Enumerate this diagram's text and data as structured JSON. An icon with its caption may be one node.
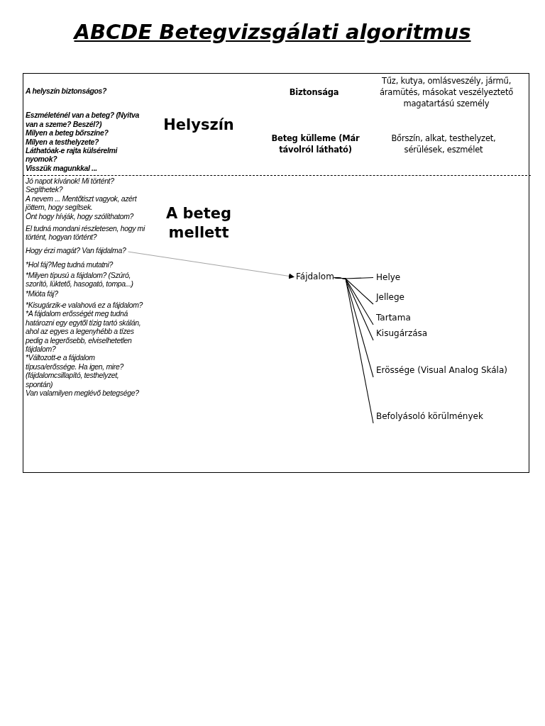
{
  "diagram": {
    "title": "ABCDE Betegvizsgálati algoritmus",
    "nodes": [
      {
        "text": [
          "Hogy érzi magát? Van fájdalma?"
        ]
      },
      {
        "text": [
          "Fájdalom"
        ]
      },
      {
        "text": [
          "Helye"
        ]
      },
      {
        "text": [
          "Jellege"
        ]
      },
      {
        "text": [
          "Tartama"
        ]
      },
      {
        "text": [
          "Kisugárzása"
        ]
      },
      {
        "text": [
          "Erössége (Visual Analog Skála)"
        ]
      },
      {
        "text": [
          "Befolyásoló körülmények"
        ]
      }
    ],
    "edges": [
      {
        "from": 0,
        "to": 1,
        "arrow": "to",
        "color": "#8c8c8c"
      },
      {
        "from": 1,
        "to": 2,
        "arrow": "none"
      },
      {
        "from": 1,
        "to": 3,
        "arrow": "none"
      },
      {
        "from": 1,
        "to": 4,
        "arrow": "none"
      },
      {
        "from": 1,
        "to": 5,
        "arrow": "none"
      },
      {
        "from": 1,
        "to": 6,
        "arrow": "none"
      },
      {
        "from": 1,
        "to": 7,
        "arrow": "none"
      }
    ],
    "labels": [
      "A helyszín biztonságos?",
      "Eszméleténél van a beteg? (Nyitva van a szeme? Beszél?)",
      "Milyen a beteg bőrszíne?",
      "Milyen a testhelyzete?",
      "Láthatóak-e rajta külsérelmi nyomok?",
      "Visszük magunkkal ...",
      "Helyszín",
      "Biztonsága",
      "Tűz, kutya, omlásveszély, jármű, áramütés, másokat veszélyeztető magatartású személy",
      "Beteg külleme (Már távolról látható)",
      "Bőrszín, alkat, testhelyzet, sérülések, eszmélet",
      "Jó napot kívánok! Mi történt? Segíthetek?",
      "A beteg mellett",
      "A nevem ... Mentőtiszt vagyok, azért jöttem, hogy segítsek.",
      "Önt hogy hívják, hogy szólíthatom?",
      "El tudná mondani részletesen, hogy mi történt, hogyan történt?",
      "*Hol fáj?Meg tudná mutatni?",
      "*Milyen típusú a fájdalom? (Szúró, szorító, lüktető, hasogató, tompa...)",
      "*Mióta fáj?",
      "*Kisugárzik-e valahová ez a fájdalom?",
      "*A fájdalom erősségét meg tudná határozni egy egytől tízig tartó skálán, ahol az egyes a legenyhébb a tízes pedig a legerősebb, elviselhetetlen fájdalom?",
      "*Változott-e a fájdalom típusa/erőssége. Ha igen, mire? (fájdalomcsillapító, testhelyzet, spontán)",
      "Van valamilyen meglévő betegsége?"
    ]
  }
}
